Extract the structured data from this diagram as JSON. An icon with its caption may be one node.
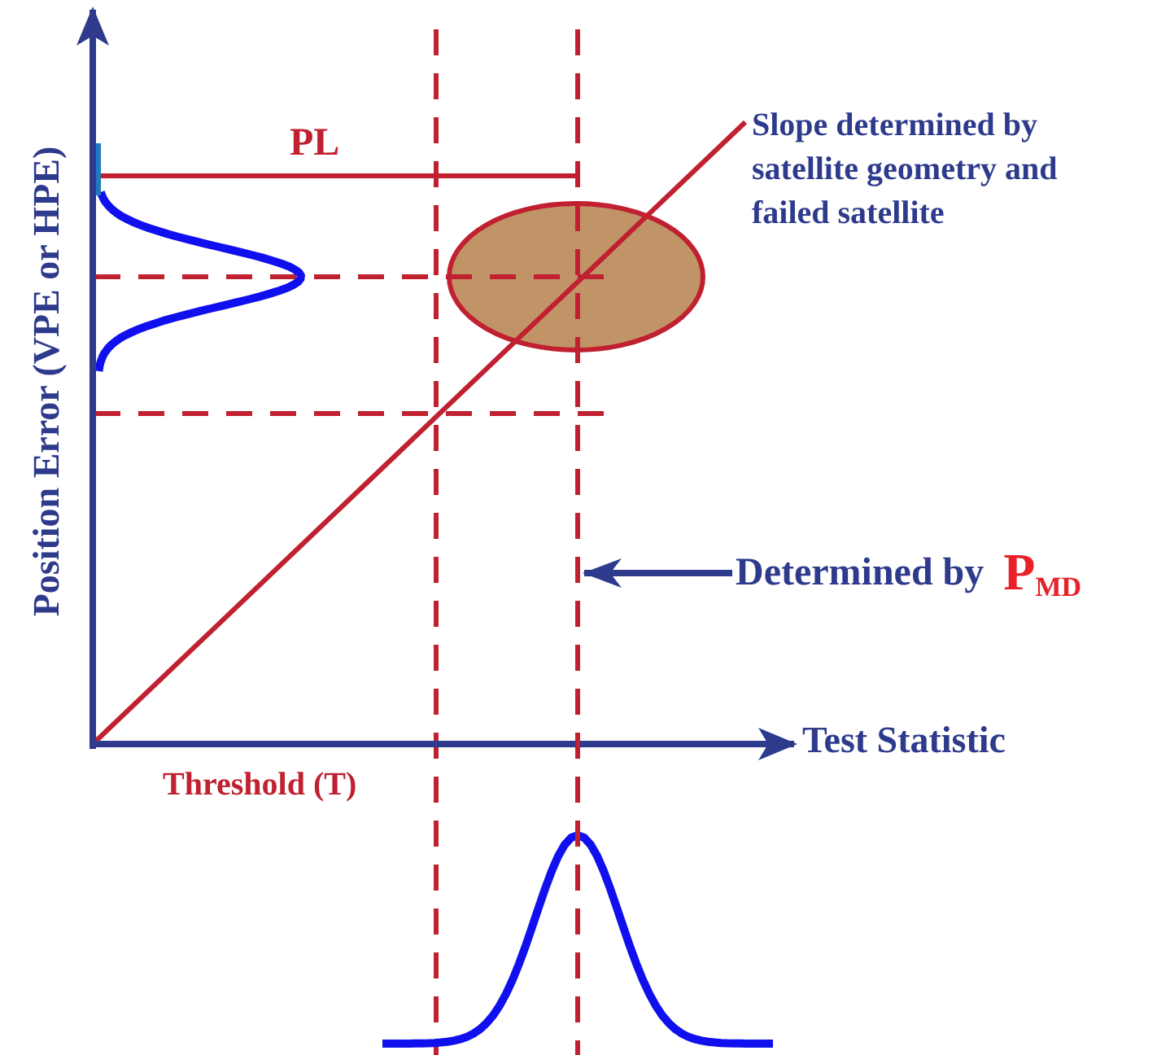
{
  "diagram": {
    "nodes": [
      {
        "text": [
          "Determined by",
          "P$_{MD}$"
        ]
      },
      {
        "text": [],
        "shape": "bar"
      }
    ],
    "edges": [
      {
        "from": 0,
        "to": 1,
        "arrow": "to"
      }
    ],
    "labels": [
      "Position Error (VPE or HPE)",
      "PL",
      "Slope determined by satellite geometry and failed satellite",
      "Test Statistic",
      "Threshold (T)"
    ]
  }
}
